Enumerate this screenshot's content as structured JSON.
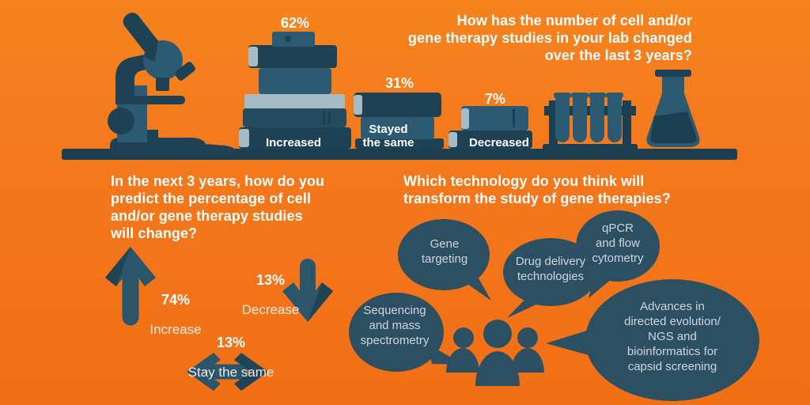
{
  "palette": {
    "background": "#F4771C",
    "ink_navy": "#1E4254",
    "ink_dark": "#1B3E50",
    "teal": "#2C5A72",
    "steel": "#A6BCC6",
    "bubble": "#2C5062",
    "text_white": "#FFFFFF",
    "bubble_text": "#CBD7DD"
  },
  "top_section": {
    "question": "How has the number of cell and/or\ngene therapy studies in your lab changed\nover the last 3 years?",
    "stacks": [
      {
        "pct": "62%",
        "label": "Increased"
      },
      {
        "pct": "31%",
        "label": "Stayed\nthe same"
      },
      {
        "pct": "7%",
        "label": "Decreased"
      }
    ],
    "illustrations": [
      "microscope-icon",
      "book-stack-icon",
      "test-tube-rack-icon",
      "erlenmeyer-flask-icon",
      "shelf"
    ]
  },
  "future_section": {
    "question": "In the next 3 years, how do you\npredict the percentage of cell\nand/or gene therapy studies\nwill change?",
    "predictions": [
      {
        "pct": "74%",
        "label": "Increase",
        "icon": "arrow-up-icon"
      },
      {
        "pct": "13%",
        "label": "Decrease",
        "icon": "arrow-down-icon"
      },
      {
        "pct": "13%",
        "label": "Stay the same",
        "icon": "arrow-left-right-icon"
      }
    ]
  },
  "technology_section": {
    "question": "Which technology do you think will\ntransform the study of gene therapies?",
    "bubbles": [
      {
        "label": "Gene\ntargeting"
      },
      {
        "label": "Drug delivery\ntechnologies"
      },
      {
        "label": "qPCR\nand flow\ncytometry"
      },
      {
        "label": "Sequencing\nand mass\nspectrometry"
      },
      {
        "label": "Advances in\ndirected evolution/\nNGS and\nbioinformatics for\ncapsid screening"
      }
    ],
    "illustrations": [
      "people-group-icon"
    ]
  },
  "chart_data": [
    {
      "type": "bar",
      "title": "How has the number of cell and/or gene therapy studies in your lab changed over the last 3 years?",
      "categories": [
        "Increased",
        "Stayed the same",
        "Decreased"
      ],
      "values": [
        62,
        31,
        7
      ],
      "unit": "%"
    },
    {
      "type": "bar",
      "title": "In the next 3 years, how do you predict the percentage of cell and/or gene therapy studies will change?",
      "categories": [
        "Increase",
        "Decrease",
        "Stay the same"
      ],
      "values": [
        74,
        13,
        13
      ],
      "unit": "%"
    },
    {
      "type": "table",
      "title": "Which technology do you think will transform the study of gene therapies?",
      "values": [
        "Gene targeting",
        "Drug delivery technologies",
        "qPCR and flow cytometry",
        "Sequencing and mass spectrometry",
        "Advances in directed evolution/ NGS and bioinformatics for capsid screening"
      ]
    }
  ]
}
